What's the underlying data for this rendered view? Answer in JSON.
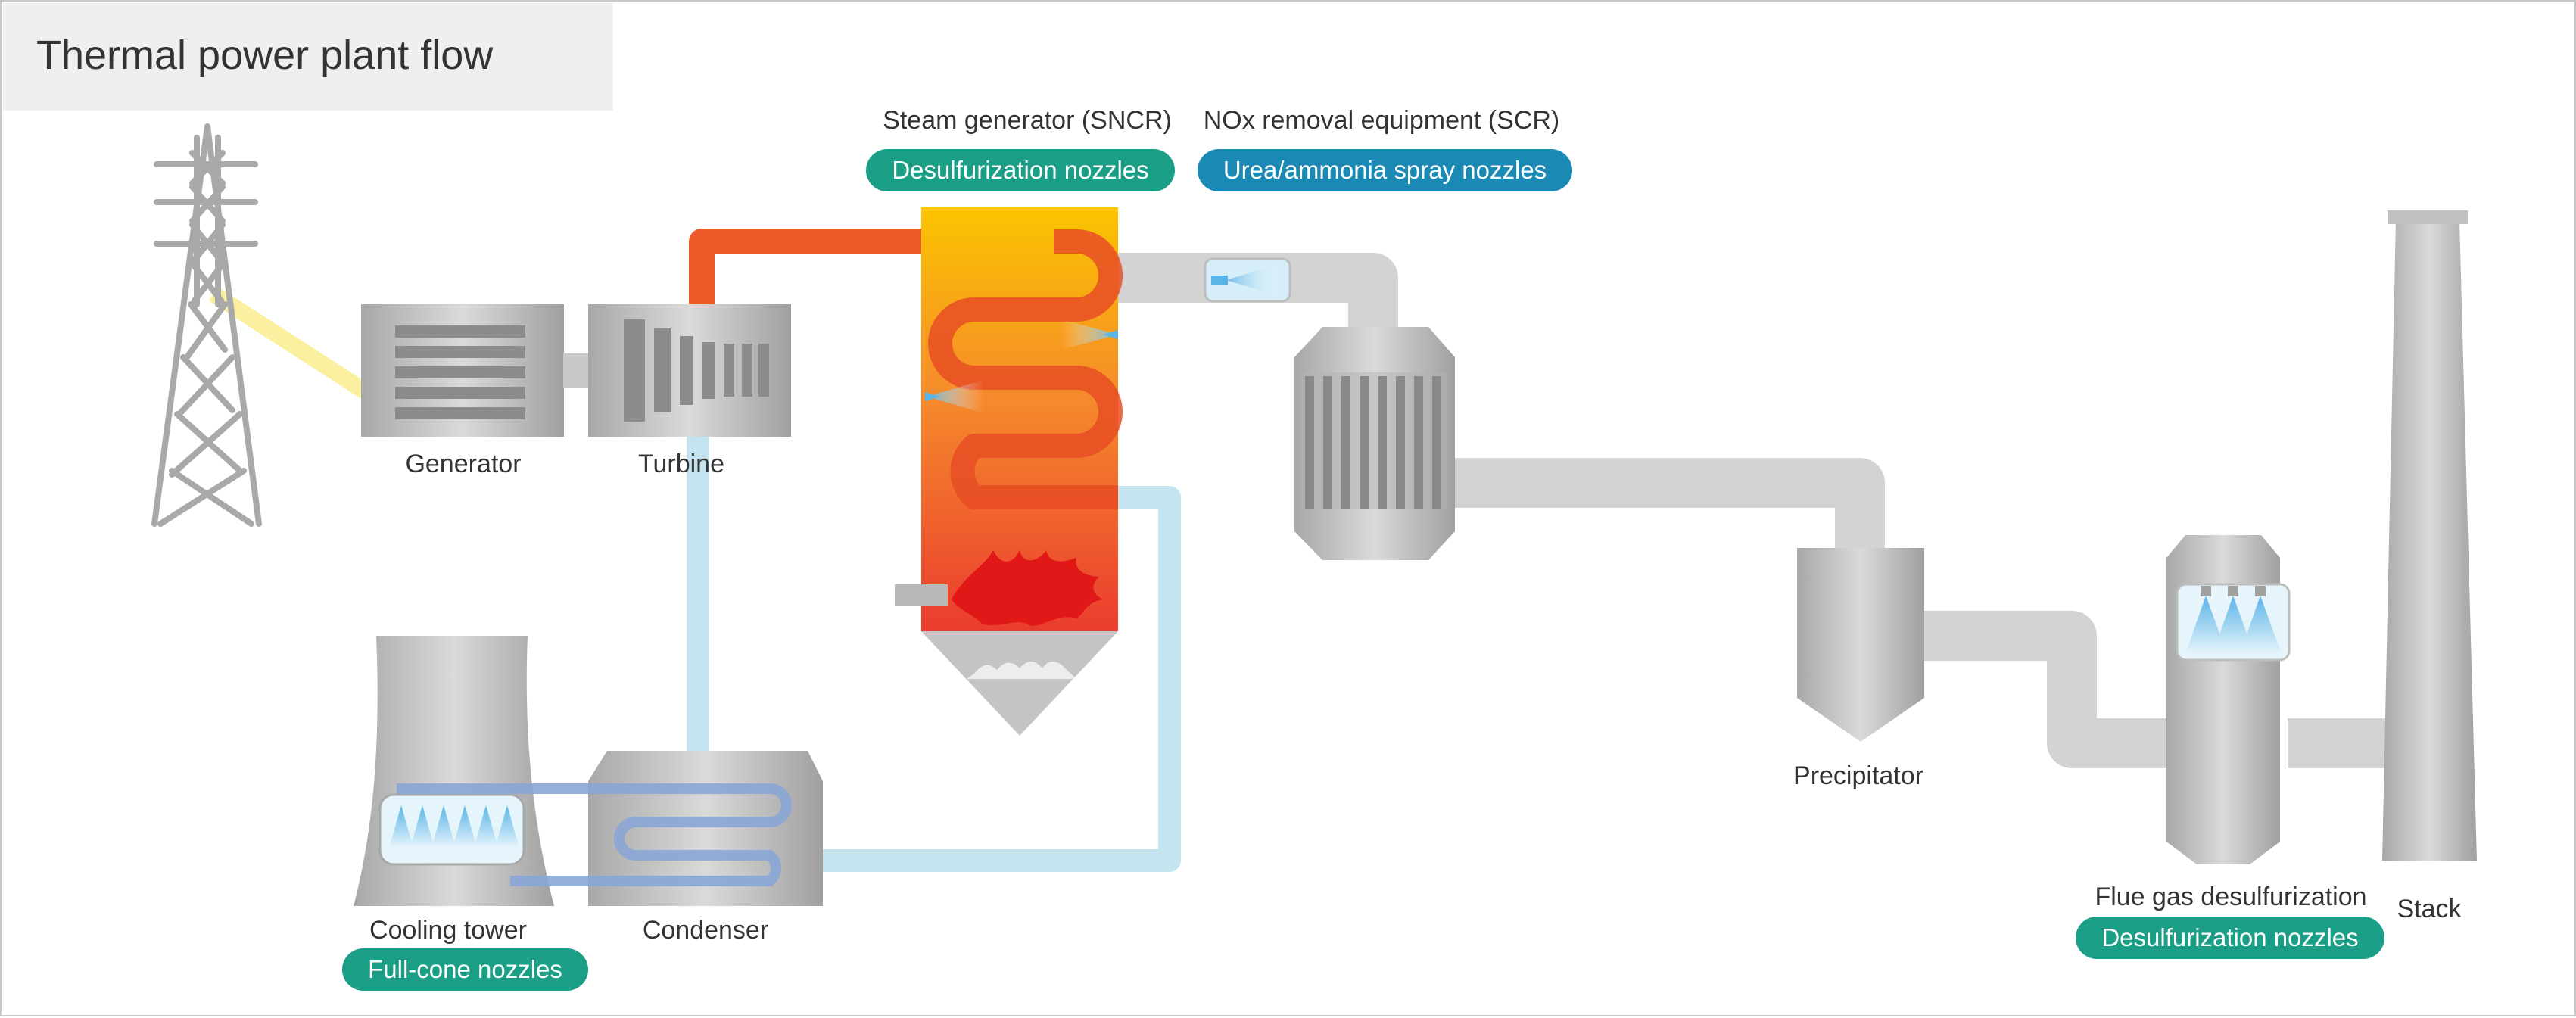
{
  "title": "Thermal power plant flow",
  "labels": {
    "generator": "Generator",
    "turbine": "Turbine",
    "steam_generator": "Steam generator (SNCR)",
    "nox_removal": "NOx removal equipment (SCR)",
    "cooling_tower": "Cooling tower",
    "condenser": "Condenser",
    "precipitator": "Precipitator",
    "flue_gas_desulfurization": "Flue gas desulfurization",
    "stack": "Stack"
  },
  "pills": {
    "steam_generator": "Desulfurization nozzles",
    "nox_removal": "Urea/ammonia spray nozzles",
    "cooling_tower": "Full-cone nozzles",
    "flue_gas_desulfurization": "Desulfurization nozzles"
  },
  "colors": {
    "pill_green": "#1a9e86",
    "pill_blue": "#1a8ab4",
    "steam_pipe": "#ee5a2a",
    "water_pipe": "#c3e4ef",
    "gas_duct": "#d3d3d3",
    "power_line": "#faf0a0",
    "flame": "#e01818"
  },
  "icons": [
    "transmission-tower-icon",
    "flame-icon",
    "spray-nozzle-icon"
  ]
}
